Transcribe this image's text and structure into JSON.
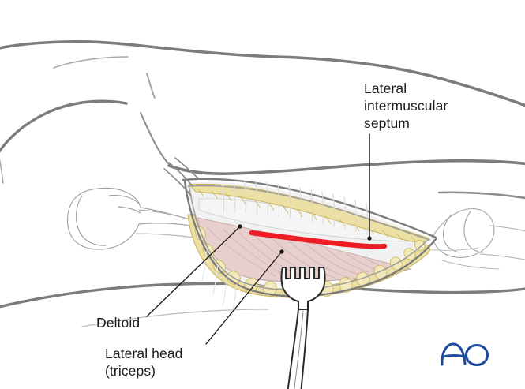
{
  "illustration": {
    "title": "Lateral approach to the humerus — surgical exposure",
    "subject": "Right upper arm, lateral view, skin incision retracted",
    "background_color": "#ffffff"
  },
  "labels": {
    "septum": "Lateral\nintermuscular\nseptum",
    "deltoid": "Deltoid",
    "lateral_head": "Lateral head\n(triceps)"
  },
  "logo": {
    "text": "AO",
    "color": "#1f4c9e"
  },
  "colors": {
    "body_outline": "#7c7c7c",
    "bone_outline": "#9a9a9a",
    "fat_fill": "#ece0a5",
    "fat_outline": "#c9b65e",
    "muscle_fill": "#e7cfcd",
    "muscle_outline": "#b79e9c",
    "septum_red": "#ee1c25",
    "fascia_fill": "#efeff0",
    "retractor_outline": "#2b2b2b",
    "leader_line": "#1b1b1b",
    "label_text": "#1b1b1b"
  },
  "annotations": {
    "septum_leader": "vertical leader line from septum label down to red septum marking",
    "deltoid_leader": "diagonal leader line from Deltoid label up-right into proximal wound",
    "lateral_head_leader": "diagonal leader line from Lateral head (triceps) label up-right into muscle belly"
  },
  "structures": [
    {
      "name": "skin-and-soft-tissue-envelope",
      "type": "outline"
    },
    {
      "name": "humerus-proximal-ghost",
      "type": "bone"
    },
    {
      "name": "humerus-distal-elbow-ghost",
      "type": "bone"
    },
    {
      "name": "surgical-wound",
      "type": "opening"
    },
    {
      "name": "subcutaneous-fat",
      "type": "tissue"
    },
    {
      "name": "triceps-lateral-head-muscle",
      "type": "muscle"
    },
    {
      "name": "lateral-intermuscular-septum",
      "type": "septum"
    },
    {
      "name": "rake-retractor",
      "type": "instrument",
      "prongs": 4
    }
  ]
}
